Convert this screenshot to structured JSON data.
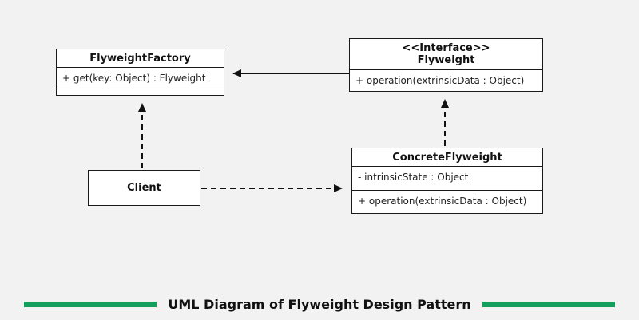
{
  "diagram": {
    "flyweight_factory": {
      "title": "FlyweightFactory",
      "method": "+ get(key: Object) : Flyweight"
    },
    "flyweight": {
      "stereotype": "<<Interface>>",
      "title": "Flyweight",
      "method": "+ operation(extrinsicData : Object)"
    },
    "concrete_flyweight": {
      "title": "ConcreteFlyweight",
      "field": "- intrinsicState : Object",
      "method": "+ operation(extrinsicData : Object)"
    },
    "client": {
      "title": "Client"
    }
  },
  "caption": {
    "text": "UML Diagram of Flyweight Design Pattern",
    "accent_color": "#159f5c"
  },
  "colors": {
    "background": "#f2f2f2",
    "box_fill": "#ffffff",
    "box_border": "#1a1a1a",
    "line_color": "#111111"
  }
}
